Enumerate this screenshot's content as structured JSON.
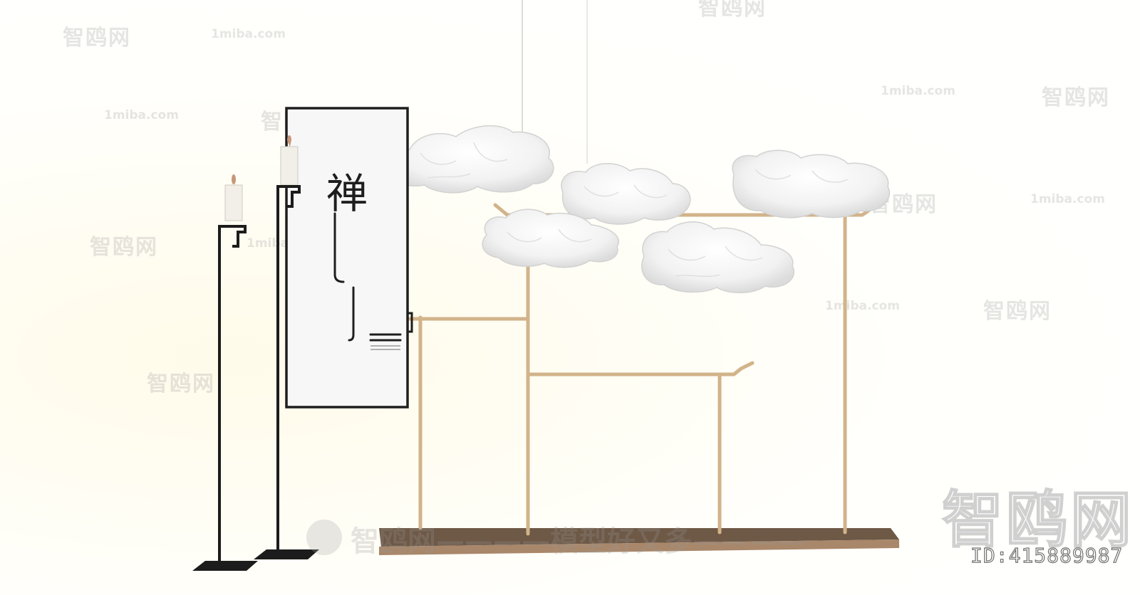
{
  "poster": {
    "calligraphy": "禅",
    "frame_color": "#1e1e1e"
  },
  "watermarks": {
    "site": "1miba.com",
    "brand": "智鸥网",
    "slogan": "智鸥网————模型好又多————",
    "big_brand": "智鸥网",
    "id": "ID:415889987"
  },
  "colors": {
    "iron": "#1c1c1c",
    "brass": "#d2b38a",
    "wood_base": "#6e5846",
    "cloud": "#f6f6f6"
  }
}
